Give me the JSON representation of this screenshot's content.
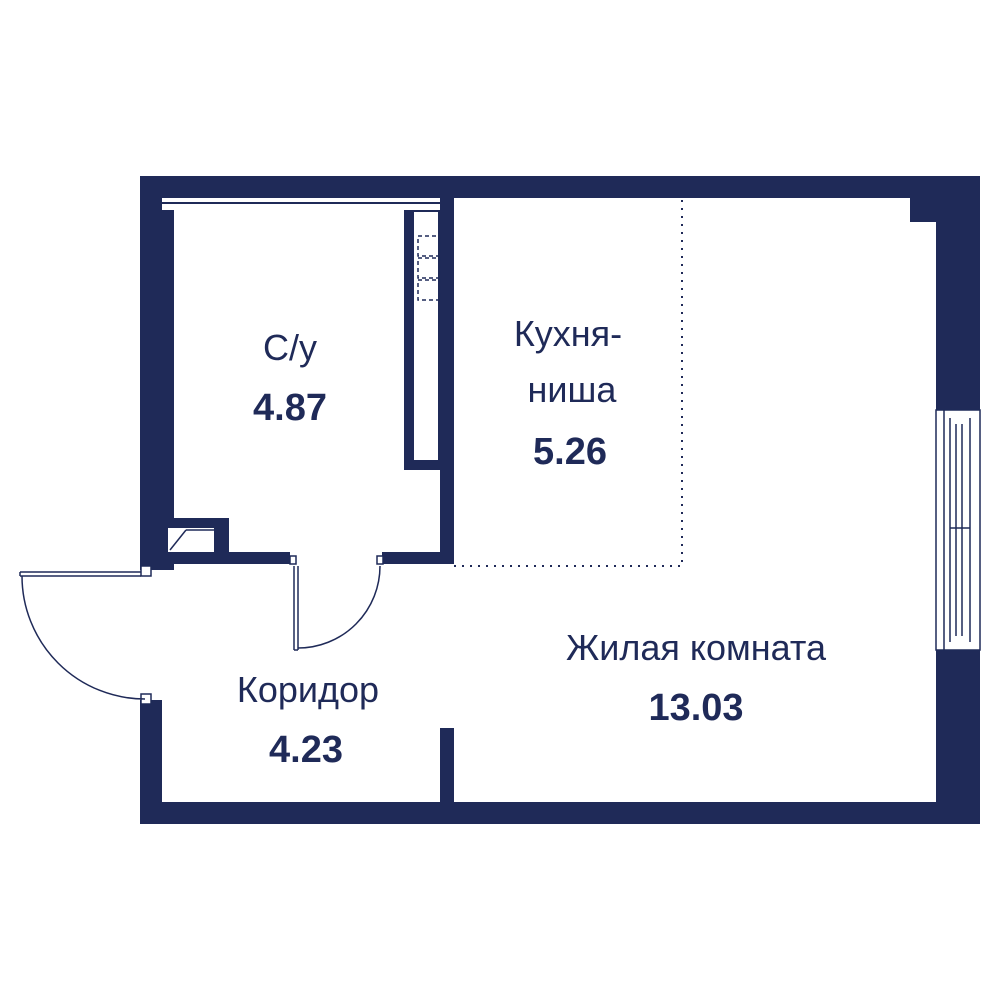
{
  "colors": {
    "wall": "#1f2a58",
    "background": "#ffffff",
    "text": "#1f2a58"
  },
  "rooms": {
    "bathroom": {
      "name": "С/у",
      "area": "4.87"
    },
    "kitchen": {
      "name_line1": "Кухня-",
      "name_line2": "ниша",
      "area": "5.26"
    },
    "corridor": {
      "name": "Коридор",
      "area": "4.23"
    },
    "living": {
      "name": "Жилая комната",
      "area": "13.03"
    }
  }
}
